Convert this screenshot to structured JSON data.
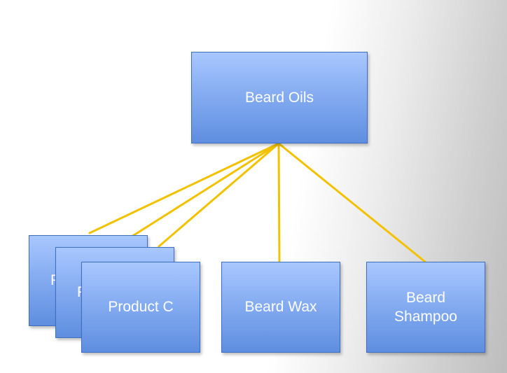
{
  "diagram": {
    "root": {
      "label": "Beard Oils"
    },
    "children": [
      {
        "label": "Product C",
        "hidden_stack_labels": [
          "P",
          "P"
        ]
      },
      {
        "label": "Beard Wax"
      },
      {
        "label_line1": "Beard",
        "label_line2": "Shampoo"
      }
    ],
    "colors": {
      "box_fill_top": "#a9c7ff",
      "box_fill_bottom": "#5f8ee0",
      "box_border": "#3b6fc4",
      "connector": "#f2c200",
      "text": "#ffffff"
    }
  }
}
